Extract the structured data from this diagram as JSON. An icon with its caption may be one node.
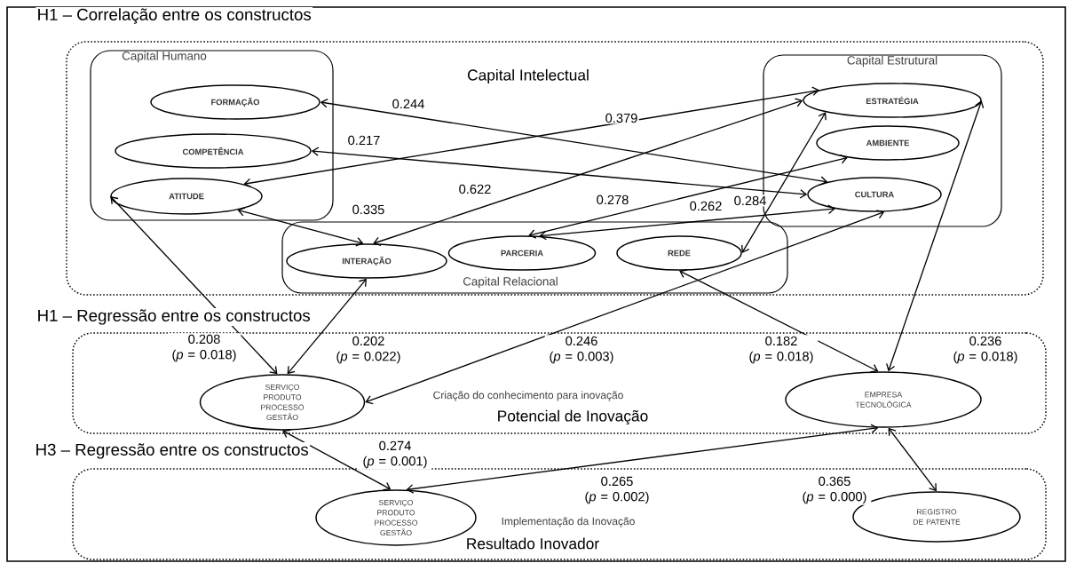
{
  "diagram": {
    "nodes": [
      {
        "text": [
          "Capital Intelectual"
        ]
      },
      {
        "text": [
          "Capital Humano"
        ],
        "in": 0
      },
      {
        "text": [
          "FORMAÇÃO"
        ],
        "in": 1
      },
      {
        "text": [
          "COMPETÊNCIA"
        ],
        "in": 1
      },
      {
        "text": [
          "ATITUDE"
        ],
        "in": 1
      },
      {
        "text": [
          "Capital Estrutural"
        ],
        "in": 0
      },
      {
        "text": [
          "ESTRATÉGIA"
        ],
        "in": 5
      },
      {
        "text": [
          "AMBIENTE"
        ],
        "in": 5
      },
      {
        "text": [
          "CULTURA"
        ],
        "in": 5
      },
      {
        "text": [
          "Capital Relacional"
        ],
        "in": 0
      },
      {
        "text": [
          "INTERAÇÃO"
        ],
        "in": 9
      },
      {
        "text": [
          "PARCERIA"
        ],
        "in": 9
      },
      {
        "text": [
          "REDE"
        ],
        "in": 9
      },
      {
        "text": [
          "Criação do conhecimento para inovação",
          "Potencial de Inovação"
        ]
      },
      {
        "text": [
          "SERVIÇO PRODUTO PROCESSO GESTÃO"
        ],
        "in": 13
      },
      {
        "text": [
          "EMPRESA TECNOLÓGICA"
        ],
        "in": 13
      },
      {
        "text": [
          "Implementação da Inovação",
          "Resultado Inovador"
        ]
      },
      {
        "text": [
          "SERVIÇO PRODUTO PROCESSO GESTÃO"
        ],
        "in": 16
      },
      {
        "text": [
          "REGISTRO DE PATENTE"
        ],
        "in": 16
      }
    ],
    "edges": [
      {
        "from": 2,
        "to": 8,
        "arrow": "both",
        "label": "0.244"
      },
      {
        "from": 3,
        "to": 8,
        "arrow": "both",
        "label": "0.217"
      },
      {
        "from": 4,
        "to": 6,
        "arrow": "both",
        "label": "0.379"
      },
      {
        "from": 10,
        "to": 6,
        "arrow": "both",
        "label": "0.622"
      },
      {
        "from": 4,
        "to": 10,
        "arrow": "both",
        "label": "0.335"
      },
      {
        "from": 11,
        "to": 7,
        "arrow": "both",
        "label": "0.278"
      },
      {
        "from": 11,
        "to": 8,
        "arrow": "both",
        "label": "0.262"
      },
      {
        "from": 12,
        "to": 6,
        "arrow": "both",
        "label": "0.284"
      },
      {
        "from": 4,
        "to": 14,
        "arrow": "both",
        "label": "0.208 (*p* = 0.018)"
      },
      {
        "from": 10,
        "to": 14,
        "arrow": "both",
        "label": "0.202 (*p* = 0.022)"
      },
      {
        "from": 8,
        "to": 14,
        "arrow": "both",
        "label": "0.246 (*p* = 0.003)"
      },
      {
        "from": 12,
        "to": 15,
        "arrow": "both",
        "label": "0.182 (*p* = 0.018)"
      },
      {
        "from": 6,
        "to": 15,
        "arrow": "both",
        "label": "0.236 (*p* = 0.018)"
      },
      {
        "from": 14,
        "to": 17,
        "arrow": "both",
        "label": "0.274 (*p* = 0.001)"
      },
      {
        "from": 17,
        "to": 15,
        "arrow": "both",
        "label": "0.265 (*p* = 0.002)"
      },
      {
        "from": 15,
        "to": 18,
        "arrow": "both",
        "label": "0.365 (*p* = 0.000)"
      }
    ],
    "labels": [
      "H1 – Correlação entre os constructos",
      "H1 – Regressão entre os constructos",
      "H3 – Regressão entre os constructos"
    ]
  }
}
